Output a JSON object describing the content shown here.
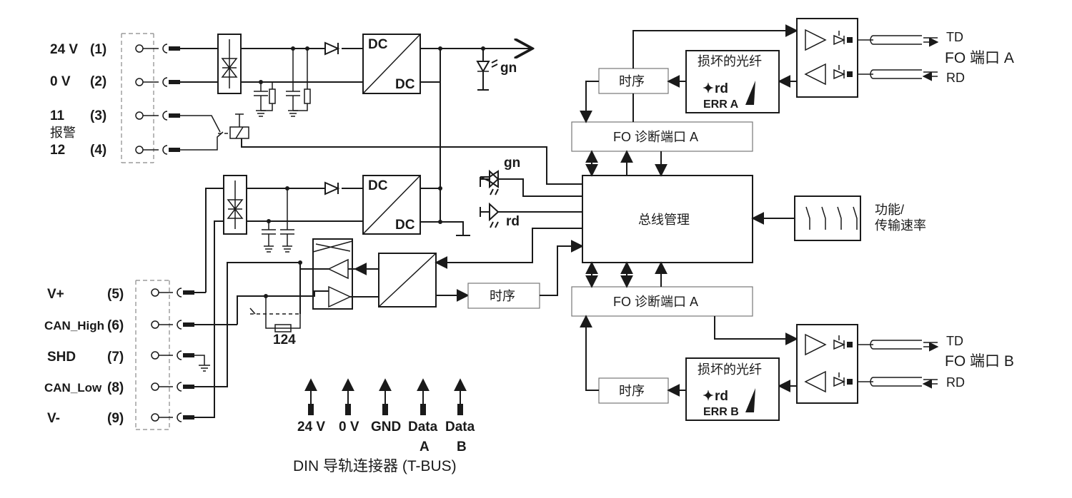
{
  "terminals_top": [
    {
      "name": "24 V",
      "num": "(1)"
    },
    {
      "name": "0 V",
      "num": "(2)"
    },
    {
      "name": "11",
      "num": "(3)"
    },
    {
      "name": "12",
      "num": "(4)"
    }
  ],
  "alarm_label": "报警",
  "terminals_bottom": [
    {
      "name": "V+",
      "num": "(5)"
    },
    {
      "name": "CAN_High",
      "num": "(6)"
    },
    {
      "name": "SHD",
      "num": "(7)"
    },
    {
      "name": "CAN_Low",
      "num": "(8)"
    },
    {
      "name": "V-",
      "num": "(9)"
    }
  ],
  "dc_label": "DC",
  "led_gn": "gn",
  "led_rd": "rd",
  "resistor_label": "124",
  "timing_label": "时序",
  "fo_diag_a": "FO 诊断端口 A",
  "fo_diag_a2": "FO 诊断端口 A",
  "bus_mgmt": "总线管理",
  "func_label_1": "功能/",
  "func_label_2": "传输速率",
  "broken_fiber": "损坏的光纤",
  "err_a": "ERR A",
  "err_b": "ERR B",
  "td": "TD",
  "rd": "RD",
  "fo_port_a": "FO 端口 A",
  "fo_port_b": "FO 端口 B",
  "tbus_pins": [
    {
      "top": "24 V",
      "bottom": ""
    },
    {
      "top": "0 V",
      "bottom": ""
    },
    {
      "top": "GND",
      "bottom": ""
    },
    {
      "top": "Data",
      "bottom": "A"
    },
    {
      "top": "Data",
      "bottom": "B"
    }
  ],
  "tbus_title": "DIN 导轨连接器 (T-BUS)"
}
